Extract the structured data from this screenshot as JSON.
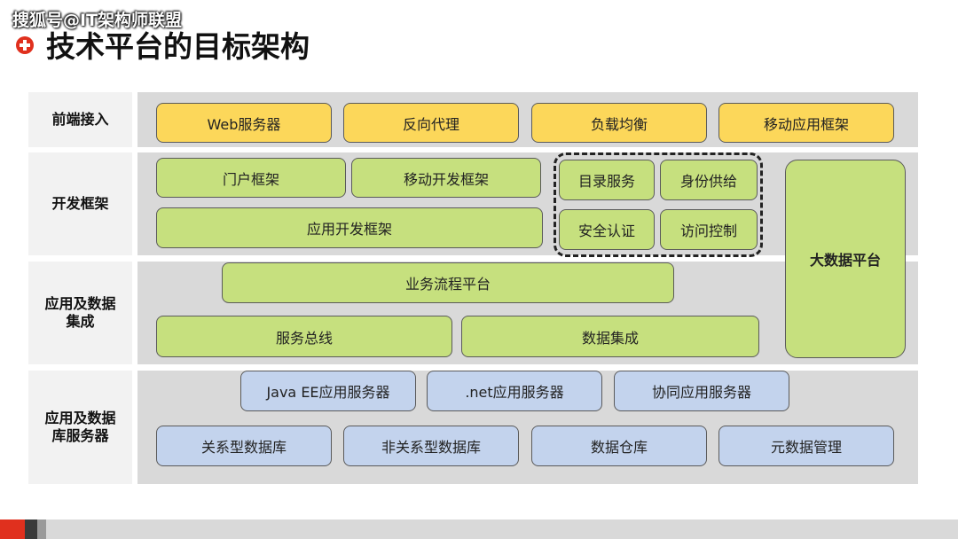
{
  "watermark": "搜狐号@IT架构师联盟",
  "title": "技术平台的目标架构",
  "rows": {
    "frontend": {
      "label": "前端接入"
    },
    "framework": {
      "label": "开发框架"
    },
    "integration": {
      "label_line1": "应用及数据",
      "label_line2": "集成"
    },
    "server": {
      "label_line1": "应用及数据",
      "label_line2": "库服务器"
    }
  },
  "frontend_boxes": [
    "Web服务器",
    "反向代理",
    "负载均衡",
    "移动应用框架"
  ],
  "framework_boxes": {
    "portal": "门户框架",
    "mobile_dev": "移动开发框架",
    "app_dev": "应用开发框架",
    "directory": "目录服务",
    "identity": "身份供给",
    "security_auth": "安全认证",
    "access_control": "访问控制",
    "big_data": "大数据平台"
  },
  "integration_boxes": {
    "workflow": "业务流程平台",
    "service_bus": "服务总线",
    "data_integration": "数据集成"
  },
  "server_boxes": {
    "javaee": "Java EE应用服务器",
    "dotnet": ".net应用服务器",
    "collab": "协同应用服务器",
    "relational_db": "关系型数据库",
    "nonrelational_db": "非关系型数据库",
    "data_warehouse": "数据仓库",
    "metadata": "元数据管理"
  },
  "colors": {
    "accent_red": "#e0301e",
    "yellow": "#fcd75a",
    "green": "#c6e07e",
    "blue": "#c3d3ed",
    "row_bg": "#d9d9d9",
    "label_bg": "#f2f2f2"
  }
}
